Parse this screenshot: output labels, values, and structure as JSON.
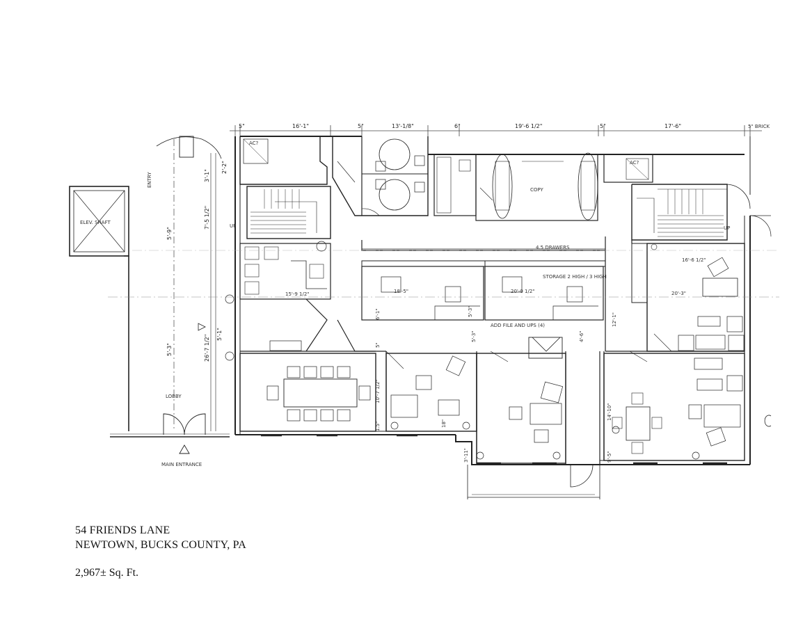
{
  "address": {
    "line1": "54 FRIENDS LANE",
    "line2": "NEWTOWN, BUCKS COUNTY, PA"
  },
  "area": "2,967± Sq. Ft.",
  "room_labels": {
    "elevator": "ELEV. SHAFT",
    "lobby": "LOBBY",
    "main_entrance": "MAIN ENTRANCE",
    "copy": "COPY",
    "ac_left": "AC?",
    "ac_right": "AC?",
    "up_left": "UP",
    "up_right": "UP",
    "entry": "ENTRY",
    "brick": "5\" BRICK",
    "stations_label": "4.5 DRAWERS",
    "storage_note": "STORAGE 2 HIGH / 3 HIGH",
    "add_note": "ADD FILE AND UPS (4)"
  },
  "dimensions": {
    "top": [
      "5\"",
      "16'-1\"",
      "5\"",
      "13'-1/8\"",
      "6\"",
      "19'-6 1/2\"",
      "5\"",
      "17'-6\""
    ],
    "left": [
      "3'-1\"",
      "7'-5 1/2\"",
      "5'-9\"",
      "26'-7 1/2\"",
      "5'-1\"",
      "5'-3\"",
      "2'-2\""
    ],
    "interior": [
      "18'-5\"",
      "20'-0 1/2\"",
      "16'-6 1/2\"",
      "20'-3\"",
      "10'-7 1/2\"",
      "14'-10\"",
      "15'-9 1/2\"",
      "12'-1\"",
      "6'-1\"",
      "5'-3\"",
      "4'-6\"",
      "5\"",
      "5'-3\"",
      "18\"",
      "1.5\"",
      "3'-11\"",
      "9'-5\""
    ]
  }
}
